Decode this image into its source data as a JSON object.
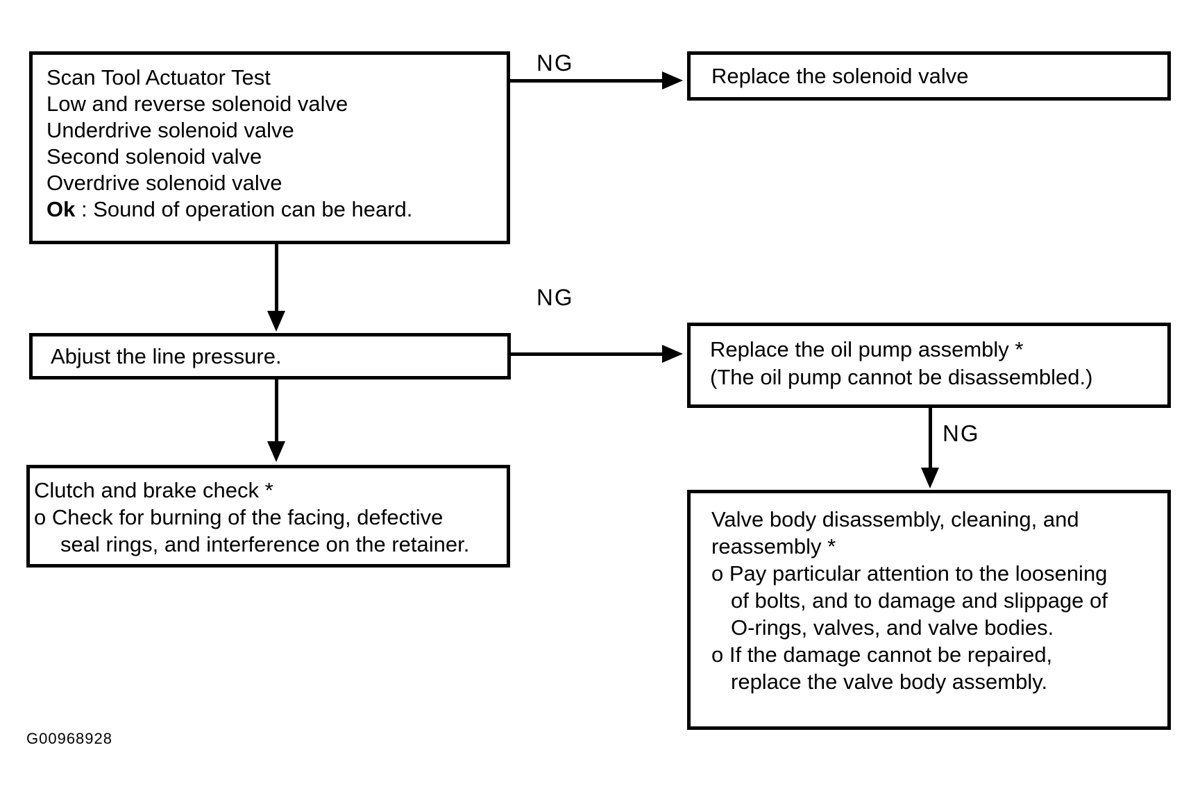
{
  "colors": {
    "ink": "#000000",
    "background": "#ffffff"
  },
  "figure_id": "G00968928",
  "ng_labels": [
    "NG",
    "NG",
    "NG"
  ],
  "boxes": {
    "scan_tool_test": {
      "lines": [
        "Scan Tool Actuator Test",
        "Low and reverse solenoid valve",
        "Underdrive solenoid valve",
        "Second solenoid valve",
        "Overdrive solenoid valve"
      ],
      "ok_label": "Ok",
      "ok_suffix": " : Sound of operation can be heard."
    },
    "replace_solenoid": {
      "text": "Replace the solenoid valve"
    },
    "adjust_line_pressure": {
      "text": "Abjust the line pressure."
    },
    "replace_oil_pump": {
      "lines": [
        "Replace the oil pump assembly *",
        "(The oil pump cannot be disassembled.)"
      ]
    },
    "clutch_brake_check": {
      "lines": [
        "Clutch and brake check *",
        "o Check for burning of the facing, defective",
        "seal rings, and interference on the retainer."
      ]
    },
    "valve_body_service": {
      "lines": [
        "Valve body disassembly, cleaning, and",
        "reassembly *",
        "o Pay particular attention to the loosening",
        "of bolts, and to damage and slippage of",
        "O-rings, valves, and valve bodies.",
        "o If the damage cannot be repaired,",
        "replace the valve body assembly."
      ]
    }
  }
}
